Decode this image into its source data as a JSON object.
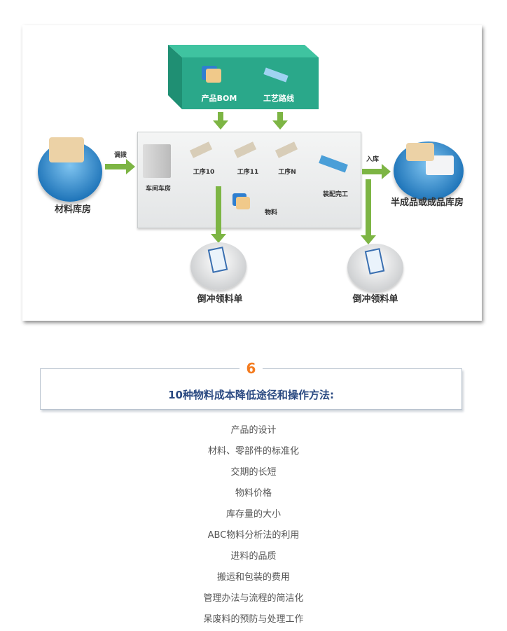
{
  "diagram": {
    "top_box": {
      "bom": "产品BOM",
      "routing": "工艺路线"
    },
    "left_store": "材料库房",
    "transfer": "调拨",
    "workshop_store": "车间车房",
    "steps": [
      "工序10",
      "工序11",
      "工序N"
    ],
    "assembly": "装配完工",
    "material": "物料",
    "inbound": "入库",
    "right_store": "半成品或成品库房",
    "backflush_1": "倒冲领料单",
    "backflush_2": "倒冲领料单",
    "colors": {
      "green_box": "#2aa88a",
      "arrow": "#7db544",
      "disc": "#1d73b8"
    }
  },
  "section": {
    "number": "6",
    "title": "10种物料成本降低途径和操作方法:",
    "items": [
      "产品的设计",
      "材料、零部件的标准化",
      "交期的长短",
      "物料价格",
      "库存量的大小",
      "ABC物料分析法的利用",
      "进料的品质",
      "搬运和包装的费用",
      "管理办法与流程的简洁化",
      "呆废料的预防与处理工作"
    ]
  }
}
